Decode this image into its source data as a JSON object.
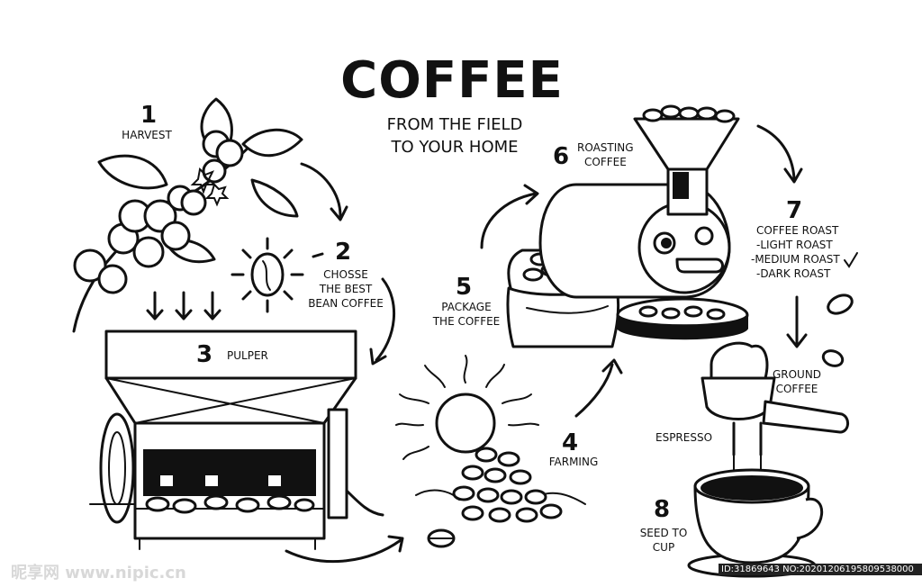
{
  "title": "COFFEE",
  "subtitle_line1": "FROM THE FIELD",
  "subtitle_line2": "TO YOUR HOME",
  "steps": [
    {
      "num": "1",
      "lines": [
        "HARVEST"
      ]
    },
    {
      "num": "2",
      "lines": [
        "CHOSSE",
        "THE BEST",
        "BEAN COFFEE"
      ]
    },
    {
      "num": "3",
      "lines": [
        "PULPER"
      ]
    },
    {
      "num": "4",
      "lines": [
        "FARMING"
      ]
    },
    {
      "num": "5",
      "lines": [
        "PACKAGE",
        "THE COFFEE"
      ]
    },
    {
      "num": "6",
      "lines": [
        "ROASTING",
        "COFFEE"
      ]
    },
    {
      "num": "7",
      "lines": [
        "COFFEE ROAST",
        "-LIGHT ROAST",
        "-MEDIUM ROAST",
        "-DARK ROAST"
      ]
    },
    {
      "num": "8",
      "lines": [
        "SEED TO",
        "CUP"
      ]
    }
  ],
  "ground_coffee": [
    "GROUND",
    "COFFEE"
  ],
  "espresso": "ESPRESSO",
  "check_mark": "✓",
  "watermark": "昵享网 www.nipic.cn",
  "watermark_id": "ID:31869643 NO:20201206195809538000",
  "colors": {
    "ink": "#111111",
    "paper": "#ffffff"
  },
  "icons": [
    "coffee-branch-icon",
    "coffee-bean-icon",
    "sun-icon",
    "pulper-machine-icon",
    "coffee-sack-icon",
    "roaster-machine-icon",
    "portafilter-icon",
    "coffee-cup-icon",
    "arrow-icon"
  ]
}
